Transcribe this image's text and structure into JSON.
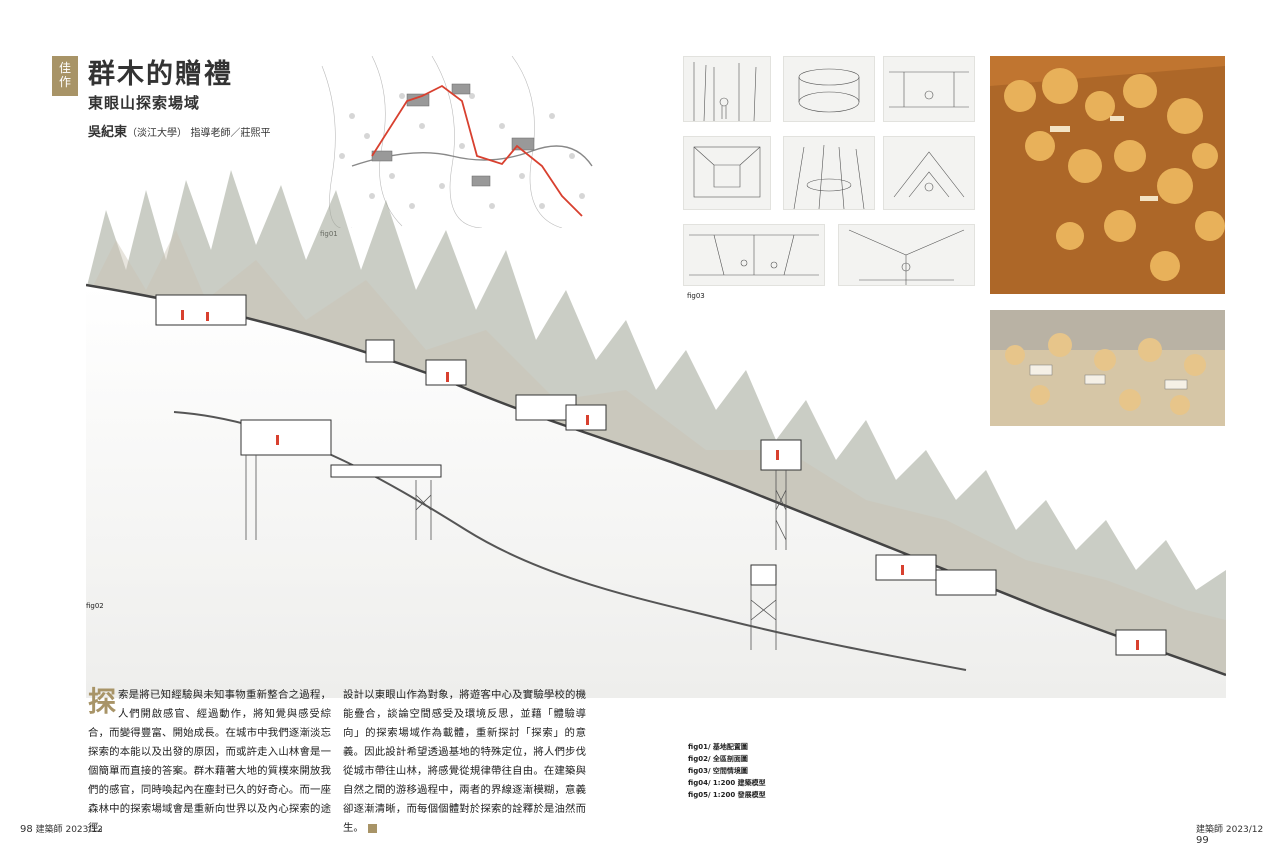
{
  "header": {
    "badge": [
      "佳",
      "作"
    ],
    "title": "群木的贈禮",
    "subtitle": "東眼山探索場域",
    "author_name": "吳紀東",
    "author_school": "（淡江大學）",
    "author_advisor": "指導老師／莊熙平"
  },
  "figures": {
    "fig01": "fig01",
    "fig02": "fig02",
    "fig03": "fig03",
    "fig04": "fig04",
    "fig05": "fig05"
  },
  "body": {
    "col1_dropcap": "探",
    "col1_text": "索是將已知經驗與未知事物重新整合之過程，人們開啟感官、經過動作，將知覺與感受綜合，而變得豐富、開始成長。在城市中我們逐漸淡忘探索的本能以及出發的原因，而或許走入山林會是一個簡單而直接的答案。群木藉著大地的質樸來開放我們的感官，同時喚起內在塵封已久的好奇心。而一座森林中的探索場域會是重新向世界以及內心探索的途徑。",
    "col2_text": "設計以東眼山作為對象，將遊客中心及實驗學校的機能疊合，談論空間感受及環境反思，並藉「體驗導向」的探索場域作為載體，重新探討「探索」的意義。因此設計希望透過基地的特殊定位，將人們步伐從城市帶往山林，將感覺從規律帶往自由。在建築與自然之間的游移過程中，兩者的界線逐漸模糊，意義卻逐漸清晰，而每個個體對於探索的詮釋於是油然而生。"
  },
  "captions": [
    "fig01/ 基地配置圖",
    "fig02/ 全區剖面圖",
    "fig03/ 空間情境圖",
    "fig04/ 1:200 建築模型",
    "fig05/ 1:200 發展模型"
  ],
  "folio": {
    "left_number": "98",
    "left_text": "建築師 2023/12",
    "right_text": "建築師 2023/12",
    "right_number": "99"
  },
  "colors": {
    "accent": "#a89467",
    "route": "#d8402f",
    "model_wood": "#c98a3c"
  }
}
